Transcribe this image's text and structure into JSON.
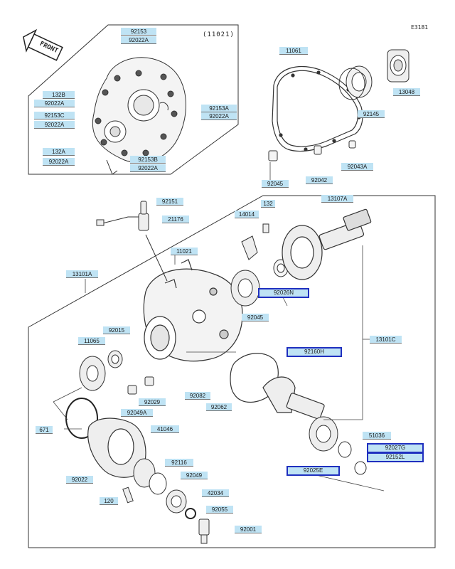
{
  "diagram_code": "E3181",
  "inset_tag": "(11021)",
  "front_label": "FRONT",
  "labels": {
    "l92153_top": "92153",
    "l92022A_top": "92022A",
    "l132B": "132B",
    "l92022A_b": "92022A",
    "l92153C": "92153C",
    "l92022A_c": "92022A",
    "l92153A": "92153A",
    "l92022A_d": "92022A",
    "l132A": "132A",
    "l92022A_e": "92022A",
    "l92153B": "92153B",
    "l92022A_f": "92022A",
    "l11061": "11061",
    "l13048": "13048",
    "l92145": "92145",
    "l92045_a": "92045",
    "l92042": "92042",
    "l92043A": "92043A",
    "l92151": "92151",
    "l21176": "21176",
    "l14014": "14014",
    "l132": "132",
    "l13107A": "13107A",
    "l11021": "11021",
    "l13101A": "13101A",
    "l92026N": "92026N",
    "l92045_b": "92045",
    "l13101C": "13101C",
    "l11065": "11065",
    "l92015": "92015",
    "l92160H": "92160H",
    "l92082": "92082",
    "l92062": "92062",
    "l92029": "92029",
    "l92049A": "92049A",
    "l671": "671",
    "l41046": "41046",
    "l51036": "51036",
    "l92027G": "92027G",
    "l92152L": "92152L",
    "l92025E": "92025E",
    "l92116": "92116",
    "l92022": "92022",
    "l92049": "92049",
    "l42034": "42034",
    "l120": "120",
    "l92055": "92055",
    "l92001": "92001"
  }
}
